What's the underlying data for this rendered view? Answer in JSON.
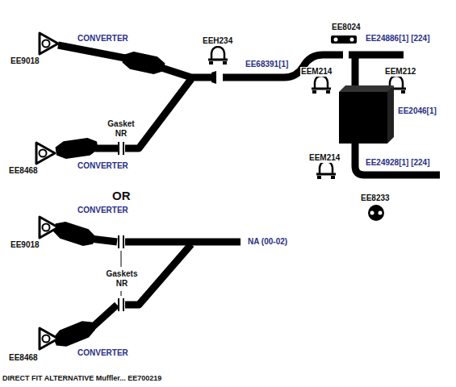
{
  "diagram": {
    "caption": "DIRECT FIT ALTERNATIVE Muffler... EE700219",
    "labels": [
      "CONVERTER",
      "EE9018",
      "EEH234",
      "EE68391[1]",
      "EE8024",
      "EE24886[1] [224]",
      "EEM214",
      "EEM212",
      "Gasket NR",
      "EE2046[1]",
      "EE8468",
      "CONVERTER",
      "EEM214",
      "EE24928[1] [224]",
      "EE8233",
      "OR",
      "EE9018",
      "CONVERTER",
      "NA (00-02)",
      "Gaskets NR",
      "EE8468",
      "CONVERTER"
    ]
  }
}
